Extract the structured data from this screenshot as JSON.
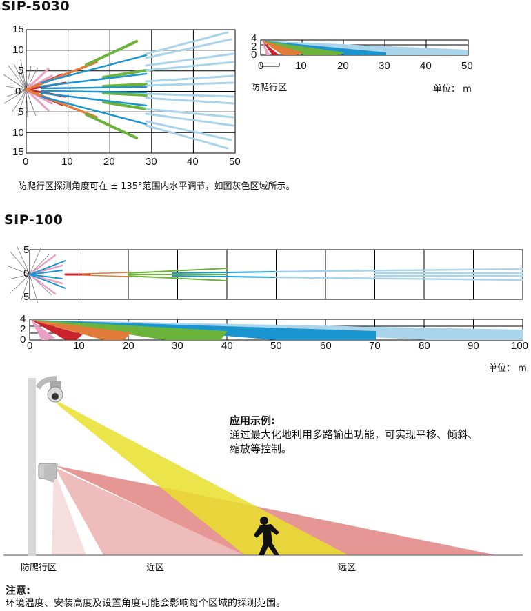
{
  "colors": {
    "pink": "#e8a1c2",
    "red": "#c9242d",
    "orange": "#e27a3a",
    "green": "#6bb33b",
    "blue": "#1b95cf",
    "lightblue": "#a9d4ea",
    "yellow": "#e7e02b",
    "coral": "#e48b8b"
  },
  "sip5030": {
    "title": "SIP-5030",
    "top_view": {
      "x_ticks": [
        "0",
        "10",
        "20",
        "30",
        "40",
        "50"
      ],
      "y_ticks": [
        "15",
        "10",
        "5",
        "0",
        "5",
        "10",
        "15"
      ]
    },
    "side_view": {
      "x_ticks": [
        "0",
        "10",
        "20",
        "30",
        "40",
        "50"
      ],
      "y_ticks": [
        "4",
        "2",
        "0"
      ],
      "creep_label": "防爬行区",
      "unit": "单位： m"
    },
    "note": "防爬行区探测角度可在 ± 135°范围内水平调节，如图灰色区域所示。"
  },
  "sip100": {
    "title": "SIP-100",
    "top_view": {
      "y_ticks": [
        "5",
        "0",
        "5"
      ]
    },
    "side_view": {
      "x_ticks": [
        "0",
        "10",
        "20",
        "30",
        "40",
        "50",
        "60",
        "70",
        "80",
        "90",
        "100"
      ],
      "y_ticks": [
        "4",
        "2",
        "0"
      ]
    },
    "unit": "单位： m"
  },
  "application": {
    "title": "应用示例:",
    "line1": "通过最大化地利用多路输出功能，可实现平移、倾斜、",
    "line2": "缩放等控制。",
    "zones": {
      "creep": "防爬行区",
      "near1": "近区",
      "near2": "远区"
    }
  },
  "footer": {
    "title": "注意:",
    "text": "环境温度、安装高度及设置角度可能会影响每个区域的探测范围。"
  }
}
